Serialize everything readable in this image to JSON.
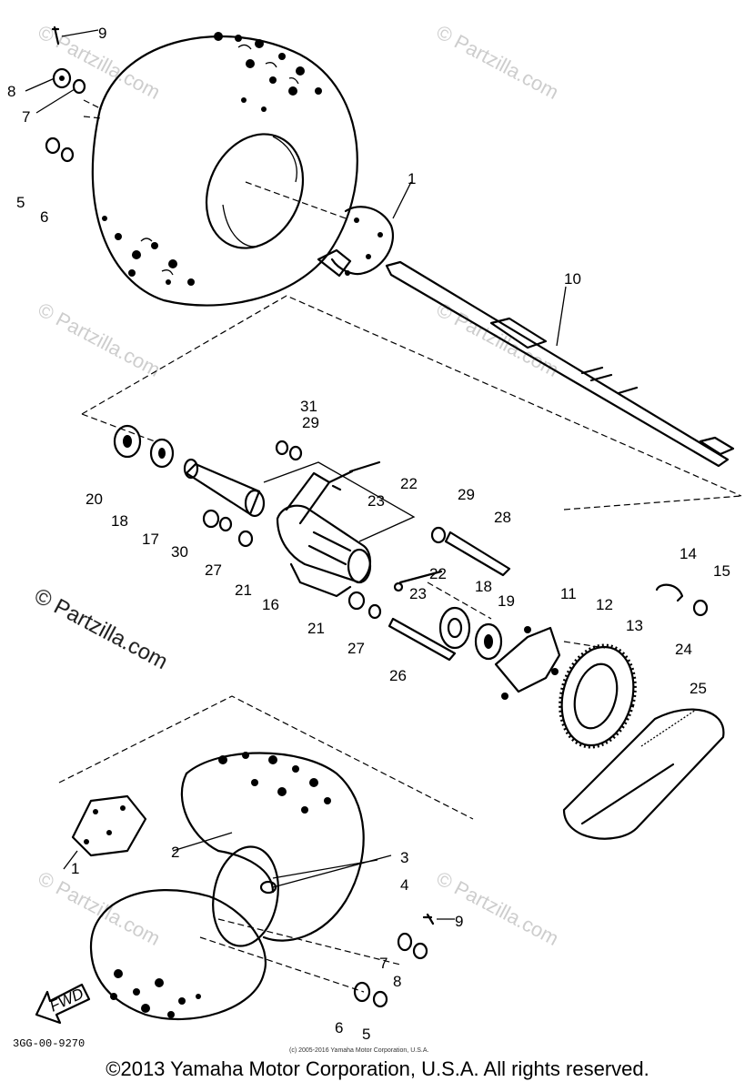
{
  "labels": [
    {
      "id": "9a",
      "text": "9"
    },
    {
      "id": "8a",
      "text": "8"
    },
    {
      "id": "7a",
      "text": "7"
    },
    {
      "id": "5a",
      "text": "5"
    },
    {
      "id": "6a",
      "text": "6"
    },
    {
      "id": "1a",
      "text": "1"
    },
    {
      "id": "10",
      "text": "10"
    },
    {
      "id": "31",
      "text": "31"
    },
    {
      "id": "29a",
      "text": "29"
    },
    {
      "id": "22a",
      "text": "22"
    },
    {
      "id": "23a",
      "text": "23"
    },
    {
      "id": "20",
      "text": "20"
    },
    {
      "id": "18a",
      "text": "18"
    },
    {
      "id": "17",
      "text": "17"
    },
    {
      "id": "30",
      "text": "30"
    },
    {
      "id": "27a",
      "text": "27"
    },
    {
      "id": "21a",
      "text": "21"
    },
    {
      "id": "16",
      "text": "16"
    },
    {
      "id": "29b",
      "text": "29"
    },
    {
      "id": "28",
      "text": "28"
    },
    {
      "id": "22b",
      "text": "22"
    },
    {
      "id": "23b",
      "text": "23"
    },
    {
      "id": "18b",
      "text": "18"
    },
    {
      "id": "19",
      "text": "19"
    },
    {
      "id": "21b",
      "text": "21"
    },
    {
      "id": "27b",
      "text": "27"
    },
    {
      "id": "26",
      "text": "26"
    },
    {
      "id": "11",
      "text": "11"
    },
    {
      "id": "12",
      "text": "12"
    },
    {
      "id": "13",
      "text": "13"
    },
    {
      "id": "14",
      "text": "14"
    },
    {
      "id": "15",
      "text": "15"
    },
    {
      "id": "24",
      "text": "24"
    },
    {
      "id": "25",
      "text": "25"
    },
    {
      "id": "2",
      "text": "2"
    },
    {
      "id": "3",
      "text": "3"
    },
    {
      "id": "4",
      "text": "4"
    },
    {
      "id": "9b",
      "text": "9"
    },
    {
      "id": "7b",
      "text": "7"
    },
    {
      "id": "8b",
      "text": "8"
    },
    {
      "id": "6b",
      "text": "6"
    },
    {
      "id": "5b",
      "text": "5"
    },
    {
      "id": "1b",
      "text": "1"
    }
  ],
  "watermark": "© Partzilla.com",
  "fwd_label": "FWD",
  "drawing_code": "3GG-00-9270",
  "small_copyright": "(c) 2005-2016 Yamaha Motor Corporation, U.S.A.",
  "footer": "©2013 Yamaha Motor Corporation, U.S.A. All rights reserved."
}
